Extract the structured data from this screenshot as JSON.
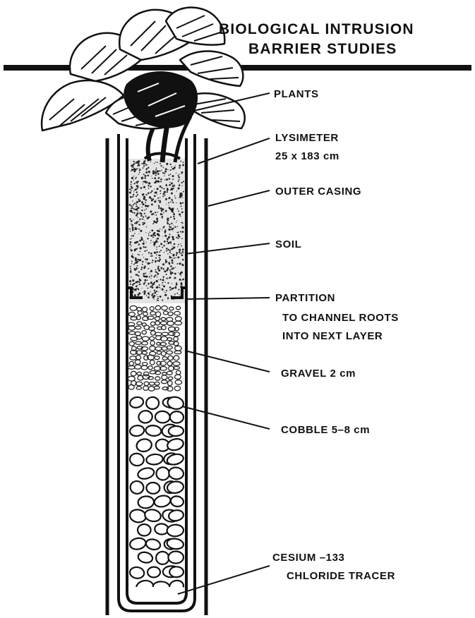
{
  "title": {
    "line1": "BIOLOGICAL INTRUSION",
    "line2": "BARRIER STUDIES"
  },
  "labels": {
    "plants": "PLANTS",
    "lysimeter_line1": "LYSIMETER",
    "lysimeter_line2": "25 x 183 cm",
    "outer_casing": "OUTER CASING",
    "soil": "SOIL",
    "partition_line1": "PARTITION",
    "partition_line2": "TO CHANNEL ROOTS",
    "partition_line3": "INTO NEXT LAYER",
    "gravel": "GRAVEL 2 cm",
    "cobble": "COBBLE 5–8 cm",
    "cesium_line1": "CESIUM –133",
    "cesium_line2": "CHLORIDE TRACER"
  },
  "colors": {
    "ink": "#111111",
    "paper": "#ffffff",
    "soil": "#d9d9d9"
  },
  "icons": {
    "plant": "monstera-plant-icon"
  }
}
